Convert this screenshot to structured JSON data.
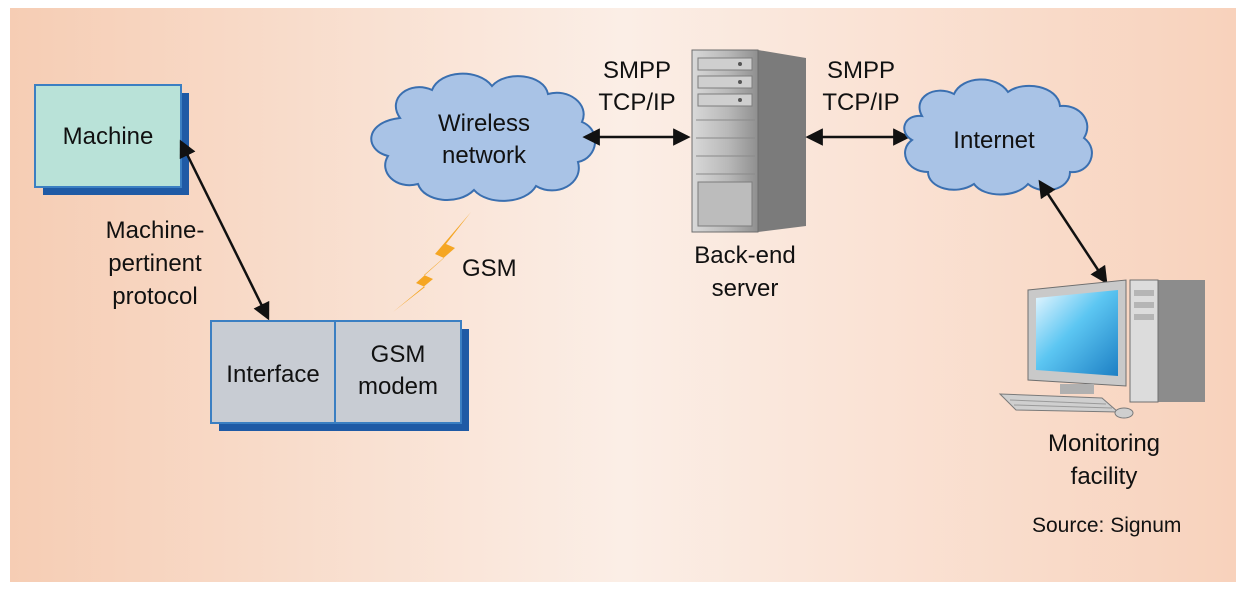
{
  "colors": {
    "background_left": "#f6cdb4",
    "background_center": "#fbeee6",
    "background_right": "#f8d2bc",
    "box_machine": "#b9e2d8",
    "box_modem": "#c8ccd3",
    "box_border": "#3b7fc2",
    "box_shadow": "#1f5aa5",
    "cloud_fill": "#a9c3e6",
    "cloud_stroke": "#3a6fb0",
    "lightning": "#f5a623",
    "arrow": "#111111"
  },
  "nodes": {
    "machine": {
      "label": "Machine"
    },
    "interface": {
      "label": "Interface"
    },
    "gsm_modem": {
      "line1": "GSM",
      "line2": "modem"
    },
    "wireless_network": {
      "line1": "Wireless",
      "line2": "network"
    },
    "back_end_server": {
      "line1": "Back-end",
      "line2": "server",
      "icon": "server-tower-icon"
    },
    "internet": {
      "label": "Internet"
    },
    "monitoring_facility": {
      "line1": "Monitoring",
      "line2": "facility",
      "icon": "desktop-computer-icon"
    }
  },
  "links": {
    "machine_interface": {
      "line1": "Machine-",
      "line2": "pertinent",
      "line3": "protocol"
    },
    "modem_wireless": {
      "label": "GSM",
      "icon": "lightning-icon"
    },
    "wireless_server": {
      "line1": "SMPP",
      "line2": "TCP/IP"
    },
    "server_internet": {
      "line1": "SMPP",
      "line2": "TCP/IP"
    },
    "internet_monitoring": {}
  },
  "source": "Source: Signum"
}
